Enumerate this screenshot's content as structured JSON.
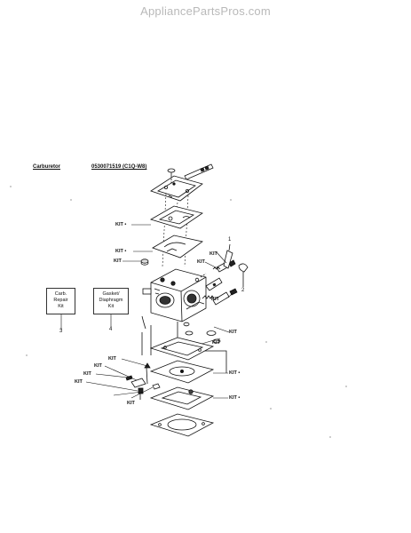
{
  "site": {
    "watermark": "AppliancePartsPros.com"
  },
  "header": {
    "title": "Carburetor",
    "part_number": "0530071519 (C1Q-W8)"
  },
  "callouts": {
    "kit": "KIT",
    "kit_dot": "KIT •",
    "n1": "1",
    "n2": "2",
    "n3": "3",
    "n4": "4"
  },
  "kit_boxes": {
    "carb_repair": [
      "Carb.",
      "Repair",
      "Kit"
    ],
    "gasket_diaphragm": [
      "Gasket/",
      "Diaphragm",
      "Kit"
    ]
  }
}
